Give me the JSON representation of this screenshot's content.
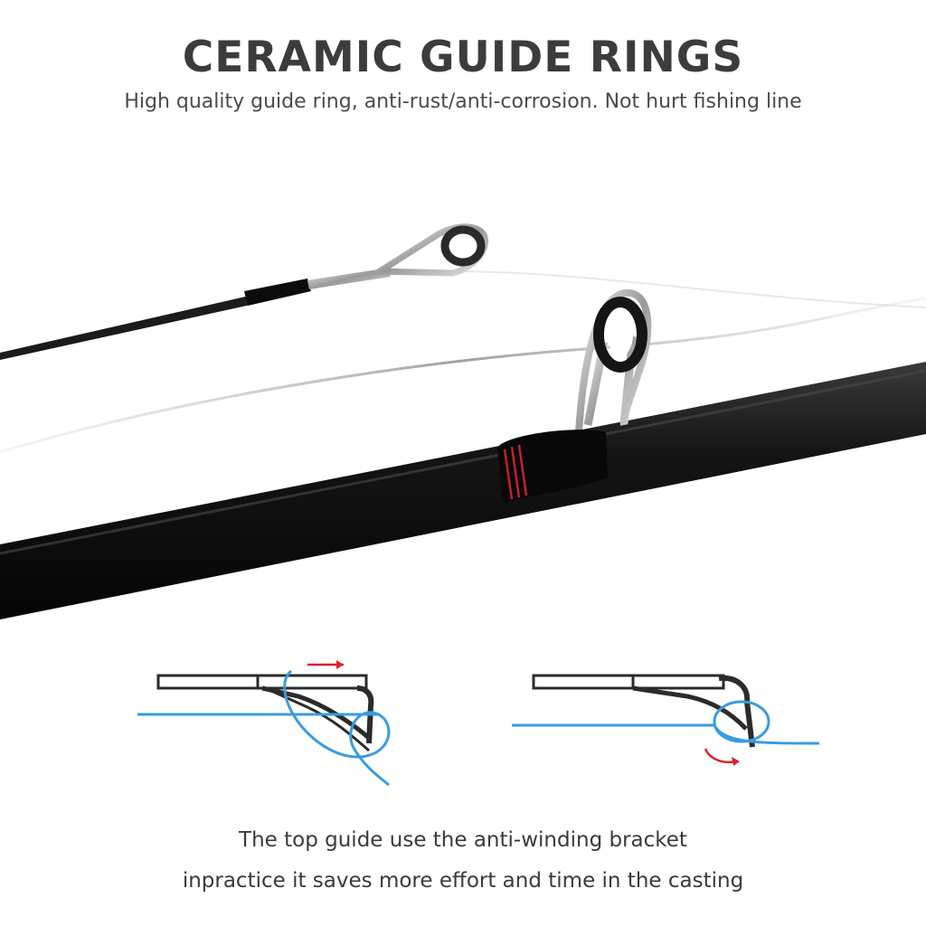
{
  "header": {
    "title": "CERAMIC GUIDE RINGS",
    "subtitle": "High quality guide ring, anti-rust/anti-corrosion. Not hurt fishing line"
  },
  "illustration": {
    "rod_color": "#111111",
    "thread_color": "#c4222b",
    "line_color": "#3a9be0",
    "arrow_color": "#d9232e"
  },
  "footer": {
    "line1": "The top guide use the anti-winding bracket",
    "line2": "inpractice it saves more effort and time in the casting"
  }
}
